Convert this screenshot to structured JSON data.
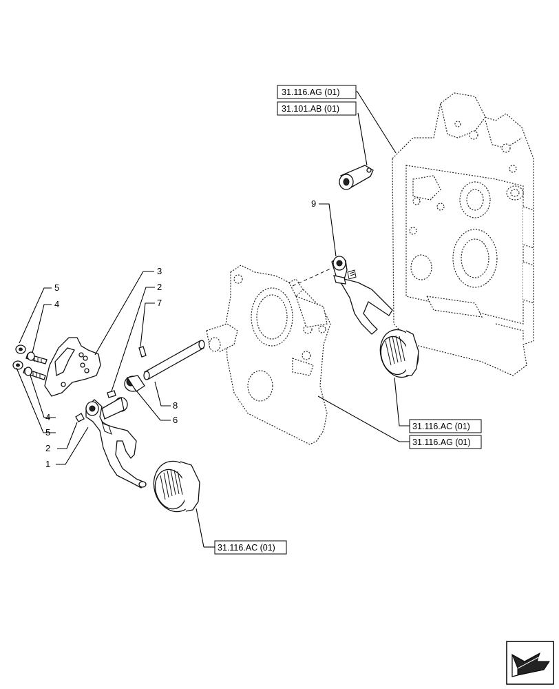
{
  "callouts": {
    "c1": "1",
    "c2a": "2",
    "c2b": "2",
    "c3": "3",
    "c4a": "4",
    "c4b": "4",
    "c5a": "5",
    "c5b": "5",
    "c6": "6",
    "c7": "7",
    "c8": "8",
    "c9": "9"
  },
  "references": {
    "ref_ag_top": "31.116.AG (01)",
    "ref_ab": "31.101.AB (01)",
    "ref_ac_right": "31.116.AC (01)",
    "ref_ag_bottom": "31.116.AG (01)",
    "ref_ac_bottom": "31.116.AC (01)"
  },
  "nav_icon": "next-page-arrow-icon"
}
